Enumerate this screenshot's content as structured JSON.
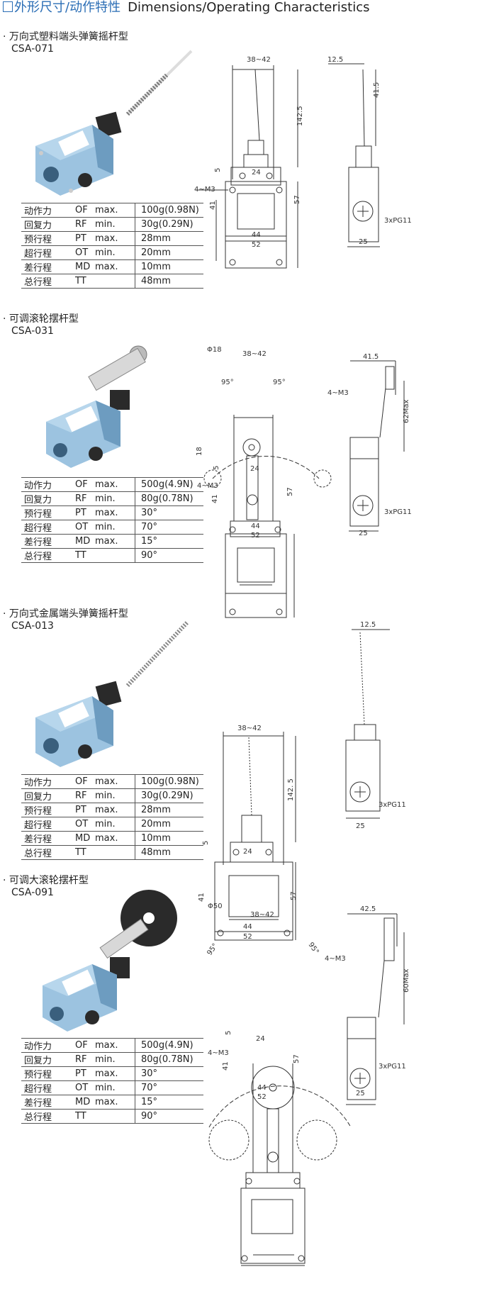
{
  "header": {
    "title_zh": "外形尺寸/动作特性",
    "title_en": "Dimensions/Operating Characteristics"
  },
  "products": [
    {
      "name": "万向式塑料端头弹簧摇杆型",
      "model": "CSA-071",
      "specs": [
        {
          "label": "动作力",
          "code": "OF",
          "limit": "max.",
          "value": "100g(0.98N)"
        },
        {
          "label": "回复力",
          "code": "RF",
          "limit": "min.",
          "value": "30g(0.29N)"
        },
        {
          "label": "预行程",
          "code": "PT",
          "limit": "max.",
          "value": "28mm"
        },
        {
          "label": "超行程",
          "code": "OT",
          "limit": "min.",
          "value": "20mm"
        },
        {
          "label": "差行程",
          "code": "MD",
          "limit": "max.",
          "value": "10mm"
        },
        {
          "label": "总行程",
          "code": "TT",
          "limit": "",
          "value": "48mm"
        }
      ],
      "dims": {
        "top": "38~42",
        "height": "142.5",
        "w24": "24",
        "d5": "5",
        "m3": "4~M3",
        "h41": "41",
        "h57": "57",
        "w44": "44",
        "w52": "52",
        "side_top": "12.5",
        "side_h": "41.5",
        "pg": "3xPG11",
        "side_w": "25"
      }
    },
    {
      "name": "可调滚轮摆杆型",
      "model": "CSA-031",
      "specs": [
        {
          "label": "动作力",
          "code": "OF",
          "limit": "max.",
          "value": "500g(4.9N)"
        },
        {
          "label": "回复力",
          "code": "RF",
          "limit": "min.",
          "value": "80g(0.78N)"
        },
        {
          "label": "预行程",
          "code": "PT",
          "limit": "max.",
          "value": "30°"
        },
        {
          "label": "超行程",
          "code": "OT",
          "limit": "min.",
          "value": "70°"
        },
        {
          "label": "差行程",
          "code": "MD",
          "limit": "max.",
          "value": "15°"
        },
        {
          "label": "总行程",
          "code": "TT",
          "limit": "",
          "value": "90°"
        }
      ],
      "dims": {
        "phi": "Φ18",
        "top": "38~42",
        "ang_l": "95°",
        "ang_r": "95°",
        "d18": "18",
        "d5": "5",
        "w24": "24",
        "m3": "4~M3",
        "h41": "41",
        "h57": "57",
        "w44": "44",
        "w52": "52",
        "side_top": "41.5",
        "side_m3": "4~M3",
        "side_max": "62Max",
        "pg": "3xPG11",
        "side_w": "25"
      }
    },
    {
      "name": "万向式金属端头弹簧摇杆型",
      "model": "CSA-013",
      "specs": [
        {
          "label": "动作力",
          "code": "OF",
          "limit": "max.",
          "value": "100g(0.98N)"
        },
        {
          "label": "回复力",
          "code": "RF",
          "limit": "min.",
          "value": "30g(0.29N)"
        },
        {
          "label": "预行程",
          "code": "PT",
          "limit": "max.",
          "value": "28mm"
        },
        {
          "label": "超行程",
          "code": "OT",
          "limit": "min.",
          "value": "20mm"
        },
        {
          "label": "差行程",
          "code": "MD",
          "limit": "max.",
          "value": "10mm"
        },
        {
          "label": "总行程",
          "code": "TT",
          "limit": "",
          "value": "48mm"
        }
      ],
      "dims": {
        "top": "38~42",
        "height": "142. 5",
        "d5": "5",
        "w24": "24",
        "h41": "41",
        "h57": "57",
        "w44": "44",
        "w52": "52",
        "side_top": "12.5",
        "pg": "3xPG11",
        "side_w": "25"
      }
    },
    {
      "name": "可调大滚轮摆杆型",
      "model": "CSA-091",
      "specs": [
        {
          "label": "动作力",
          "code": "OF",
          "limit": "max.",
          "value": "500g(4.9N)"
        },
        {
          "label": "回复力",
          "code": "RF",
          "limit": "min.",
          "value": "80g(0.78N)"
        },
        {
          "label": "预行程",
          "code": "PT",
          "limit": "max.",
          "value": "30°"
        },
        {
          "label": "超行程",
          "code": "OT",
          "limit": "min.",
          "value": "70°"
        },
        {
          "label": "差行程",
          "code": "MD",
          "limit": "max.",
          "value": "15°"
        },
        {
          "label": "总行程",
          "code": "TT",
          "limit": "",
          "value": "90°"
        }
      ],
      "dims": {
        "phi": "Φ50",
        "top": "38~42",
        "ang_l": "95°",
        "ang_r": "95°",
        "d5": "5",
        "w24": "24",
        "m3": "4~M3",
        "h41": "41",
        "h57": "57",
        "w44": "44",
        "w52": "52",
        "side_top": "42.5",
        "side_m3": "4~M3",
        "side_max": "60Max",
        "pg": "3xPG11",
        "side_w": "25"
      }
    }
  ],
  "colors": {
    "accent": "#2a6db5",
    "housing": "#9cc3e0",
    "housing_dark": "#6d9cc0",
    "cap": "#2a2a2a"
  }
}
